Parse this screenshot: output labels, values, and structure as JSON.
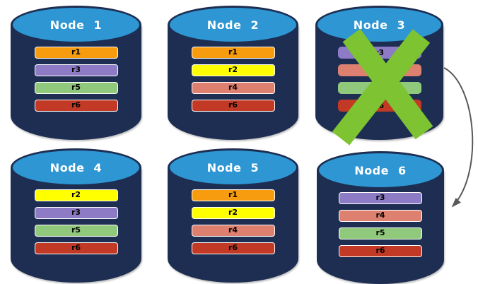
{
  "diagram": {
    "description": "Replicated database nodes; Node 3 failed, replicas re-replicated to Node 6"
  },
  "colors": {
    "cylinder_body": "#1D2E52",
    "cylinder_top": "#2E96D3",
    "failure_x": "#7DC332",
    "arrow": "#595959",
    "replica_r1": "#F79C0E",
    "replica_r2": "#FFFF00",
    "replica_r3": "#8D7CC5",
    "replica_r4": "#DD8070",
    "replica_r5": "#90C97C",
    "replica_r6": "#C23A26"
  },
  "nodes": [
    {
      "label": "Node 1",
      "replicas": [
        {
          "label": "r1",
          "color": "#F79C0E"
        },
        {
          "label": "r3",
          "color": "#8D7CC5"
        },
        {
          "label": "r5",
          "color": "#90C97C"
        },
        {
          "label": "r6",
          "color": "#C23A26"
        }
      ]
    },
    {
      "label": "Node 2",
      "replicas": [
        {
          "label": "r1",
          "color": "#F79C0E"
        },
        {
          "label": "r2",
          "color": "#FFFF00"
        },
        {
          "label": "r4",
          "color": "#DD8070"
        },
        {
          "label": "r6",
          "color": "#C23A26"
        }
      ]
    },
    {
      "label": "Node 3",
      "failed": true,
      "replicas": [
        {
          "label": "r3",
          "color": "#8D7CC5"
        },
        {
          "label": "r4",
          "color": "#DD8070"
        },
        {
          "label": "r5",
          "color": "#90C97C"
        },
        {
          "label": "r6",
          "color": "#C23A26"
        }
      ]
    },
    {
      "label": "Node 4",
      "replicas": [
        {
          "label": "r2",
          "color": "#FFFF00"
        },
        {
          "label": "r3",
          "color": "#8D7CC5"
        },
        {
          "label": "r5",
          "color": "#90C97C"
        },
        {
          "label": "r6",
          "color": "#C23A26"
        }
      ]
    },
    {
      "label": "Node 5",
      "replicas": [
        {
          "label": "r1",
          "color": "#F79C0E"
        },
        {
          "label": "r2",
          "color": "#FFFF00"
        },
        {
          "label": "r4",
          "color": "#DD8070"
        },
        {
          "label": "r6",
          "color": "#C23A26"
        }
      ]
    },
    {
      "label": "Node 6",
      "replicas": [
        {
          "label": "r3",
          "color": "#8D7CC5"
        },
        {
          "label": "r4",
          "color": "#DD8070"
        },
        {
          "label": "r5",
          "color": "#90C97C"
        },
        {
          "label": "r6",
          "color": "#C23A26"
        }
      ]
    }
  ]
}
